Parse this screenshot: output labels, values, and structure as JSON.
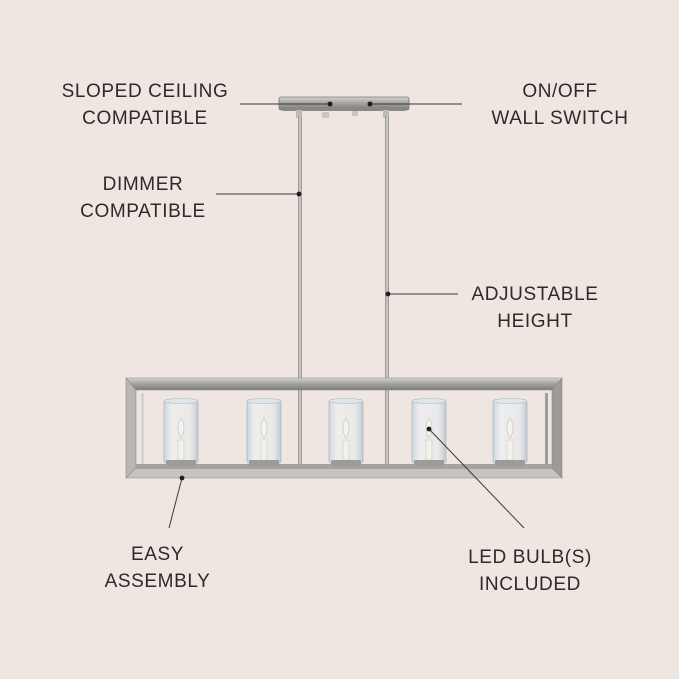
{
  "features": {
    "sloped_ceiling": [
      "SLOPED CEILING",
      "COMPATIBLE"
    ],
    "wall_switch": [
      "ON/OFF",
      "WALL SWITCH"
    ],
    "dimmer": [
      "DIMMER",
      "COMPATIBLE"
    ],
    "adjustable_height": [
      "ADJUSTABLE",
      "HEIGHT"
    ],
    "easy_assembly": [
      "EASY",
      "ASSEMBLY"
    ],
    "led_bulbs": [
      "LED BULB(S)",
      "INCLUDED"
    ]
  },
  "colors": {
    "background": "#efe6e1",
    "text": "#2b2b2b",
    "metal": "#a9a7a4",
    "leader_line": "#3a3a3a"
  }
}
